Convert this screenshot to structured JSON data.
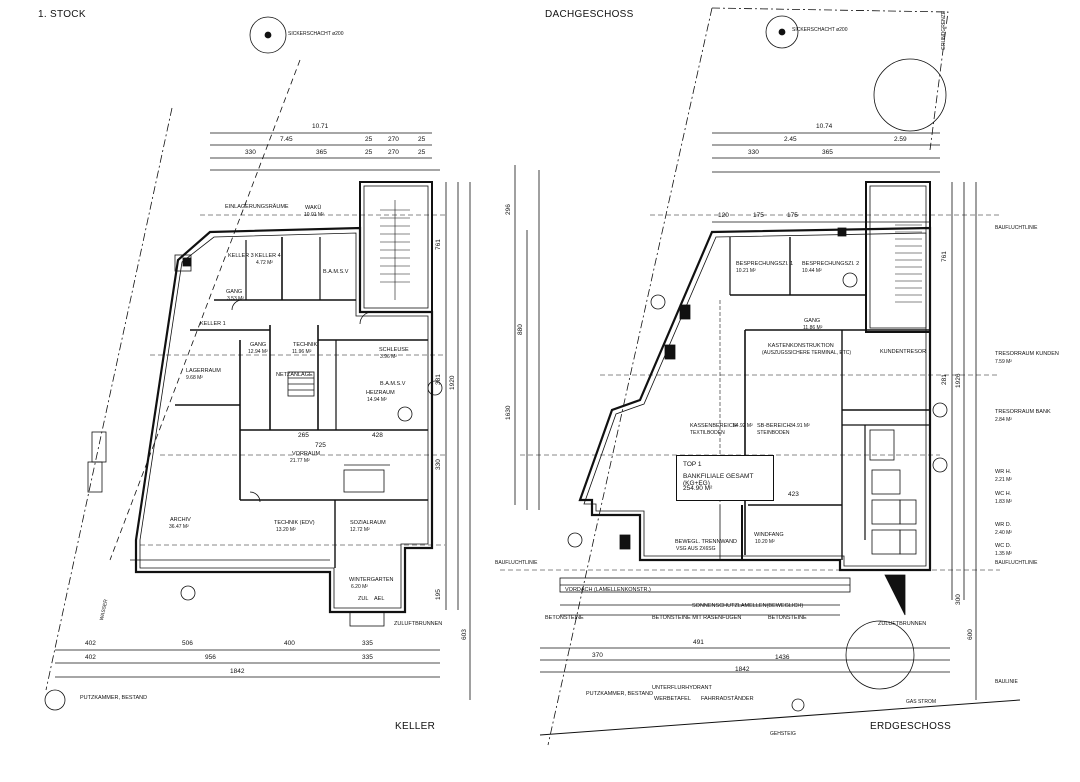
{
  "titles": {
    "first_floor": "1. STOCK",
    "attic": "DACHGESCHOSS",
    "basement": "KELLER",
    "ground_floor": "ERDGESCHOSS"
  },
  "rooms_left": {
    "einlagerungsraeume": "EINLAGERUNGSRÄUME",
    "wakue": "WAKÜ",
    "wakue_area": "10.01 M²",
    "keller3": "KELLER 3",
    "keller4": "KELLER 4",
    "keller4_area": "4.72 M²",
    "bamsv1": "B.A.M.S.V",
    "gang_small": "GANG",
    "gang_small_area": "3.53 M²",
    "keller1": "KELLER 1",
    "gang": "GANG",
    "gang_area": "12.94 M²",
    "technik": "TECHNIK",
    "technik_area": "11.96 M²",
    "schleuse": "SCHLEUSE",
    "schleuse_area": "3.96 M²",
    "lagerraum": "LAGERRAUM",
    "lagerraum_area": "9.68 M²",
    "netzanlage": "NETZANLAGE",
    "bamsv2": "B.A.M.S.V",
    "heizraum": "HEIZRAUM",
    "heizraum_area": "14.94 M²",
    "vorraum": "VORRAUM",
    "vorraum_area": "21.77 M²",
    "archiv": "ARCHIV",
    "archiv_area": "36.47 M²",
    "technik_edv": "TECHNIK (EDV)",
    "technik_edv_area": "13.20 M²",
    "sozialraum": "SOZIALRAUM",
    "sozialraum_area": "12.72 M²",
    "wintergarten": "WINTERGARTEN",
    "wintergarten_area": "6.20 M²",
    "zul": "ZUL",
    "ael": "AEL",
    "zuluftbrunnen": "ZULUFTBRUNNEN",
    "putzkammer": "PUTZKAMMER, BESTAND",
    "sickerschacht": "SICKERSCHACHT ø200",
    "wasser": "WASSER"
  },
  "rooms_right": {
    "besprechung1": "BESPRECHUNGSZI. 1",
    "besprechung1_area": "10.21 M²",
    "besprechung2": "BESPRECHUNGSZI. 2",
    "besprechung2_area": "10.44 M²",
    "gang": "GANG",
    "gang_area": "11.86 M²",
    "kastenkonstruktion": "KASTENKONSTRUKTION",
    "kastenkonstruktion_sub": "(AUSZUGSSICHERE TERMINAL, ETC)",
    "kundentresor": "KUNDENTRESOR",
    "kassenbereich": "KASSENBEREICH",
    "kassenbereich_area": "54.92 M²",
    "kassenbereich_sub": "TEXTILBODEN",
    "sb_bereich": "SB-BEREICH",
    "sb_bereich_area": "34.91 M²",
    "sb_bereich_sub": "STEINBODEN",
    "top1_line1": "TOP 1",
    "top1_line2": "BANKFILIALE GESAMT (KG+EG)",
    "top1_line3": "254.90 M²",
    "windfang": "WINDFANG",
    "windfang_area": "10.20 M²",
    "bewegl": "BEWEGL. TRENNWAND",
    "bewegl_sub": "VSG AUS 2X6SG",
    "vordach": "VORDACH (LAMELLENKONSTR.)",
    "sonnenschutz": "SONNENSCHUTZLAMELLEN(BEWEGLICH)",
    "betonsteine1": "BETONSTEINE",
    "betonsteine2": "BETONSTEINE MIT RASENFUGEN",
    "betonsteine3": "BETONSTEINE",
    "zuluftbrunnen": "ZULUFTBRUNNEN",
    "unterflurhydrant": "UNTERFLURHYDRANT",
    "werbetafel": "WERBETAFEL",
    "fahrradstaender": "FAHRRADSTÄNDER",
    "putzkammer": "PUTZKAMMER, BESTAND",
    "gehsteig": "GEHSTEIG",
    "gas_strom": "GAS STROM",
    "baulinie": "BAULINIE",
    "baufluchtlinie_top": "BAUFLUCHTLINIE",
    "baufluchtlinie_mid": "BAUFLUCHTLINIE",
    "baufluchtlinie_left": "BAUFLUCHTLINIE",
    "grundgrenze_top": "GRUNDGRENZE",
    "sickerschacht": "SICKERSCHACHT ø200",
    "tresorraum_kunden": "TRESORRAUM KUNDEN",
    "tresorraum_kunden_area": "7.59 M²",
    "tresorraum_bank": "TRESORRAUM BANK",
    "tresorraum_bank_area": "2.84 M²",
    "wc_h1": "WR H.",
    "wc_h1_area": "2.21 M²",
    "wc_h2": "WC H.",
    "wc_h2_area": "1.83 M²",
    "wc_d1": "WR D.",
    "wc_d1_area": "2.40 M²",
    "wc_d2": "WC D.",
    "wc_d2_area": "1.35 M²"
  },
  "dims_left": {
    "top_total": "10.71",
    "top_a": "7.45",
    "top_b": "25",
    "top_c": "270",
    "top_d": "25",
    "row2_a": "330",
    "row2_b": "365",
    "row2_c": "25",
    "row2_d": "270",
    "row2_e": "25",
    "right_a": "761",
    "right_b": "1920",
    "right_c": "381",
    "right_d": "330",
    "right_e": "195",
    "right_f": "603",
    "mid_a": "265",
    "mid_b": "428",
    "mid_c": "725",
    "bot_r1_a": "402",
    "bot_r1_b": "506",
    "bot_r1_c": "400",
    "bot_r1_d": "335",
    "bot_r2_a": "402",
    "bot_r2_b": "956",
    "bot_r2_c": "335",
    "bot_total": "1842"
  },
  "dims_right": {
    "top_total": "10.74",
    "top_a": "2.45",
    "top_b": "2.59",
    "row2_a": "330",
    "row2_b": "365",
    "row3_a": "120",
    "row3_b": "175",
    "row3_c": "175",
    "left_a": "296",
    "left_b": "880",
    "left_c": "1630",
    "right_a": "761",
    "right_b": "1926",
    "right_c": "281",
    "right_d": "300",
    "right_e": "600",
    "mid_a": "423",
    "bot_a": "370",
    "bot_b": "491",
    "bot_c": "1436",
    "bot_total": "1842"
  }
}
